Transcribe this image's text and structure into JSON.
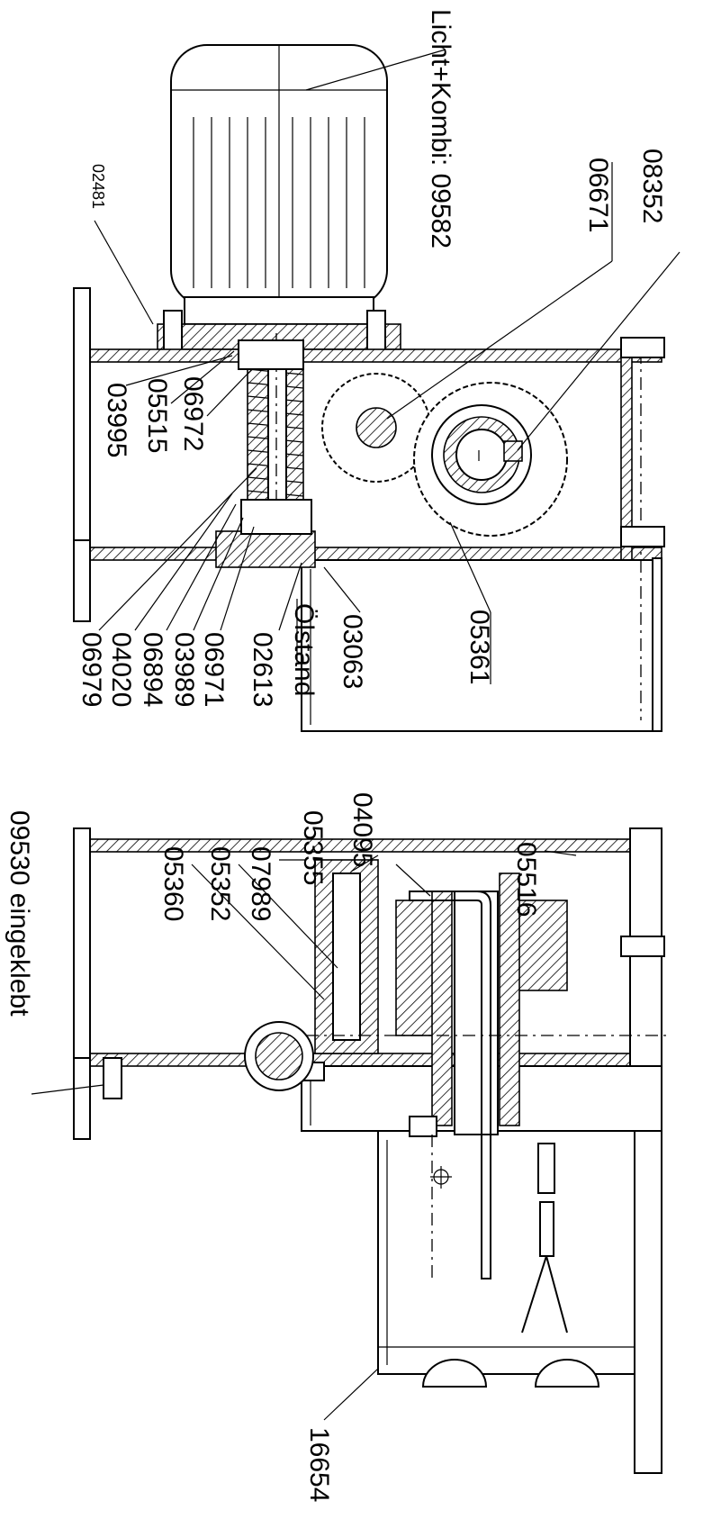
{
  "labels": {
    "motor": "Licht+Kombi: 09582",
    "p02481": "02481",
    "p06671": "06671",
    "p08352": "08352",
    "p06972": "06972",
    "p05515": "05515",
    "p03995": "03995",
    "p05361": "05361",
    "p03063": "03063",
    "oelstand": "Ölstand",
    "p02613": "02613",
    "p06971": "06971",
    "p03989": "03989",
    "p06894": "06894",
    "p04020": "04020",
    "p06979": "06979",
    "p05516": "05516",
    "p04095": "04095",
    "p05355": "05355",
    "p07989": "07989",
    "p05352": "05352",
    "p05360": "05360",
    "p09530": "09530 eingeklebt",
    "p16654": "16654"
  }
}
